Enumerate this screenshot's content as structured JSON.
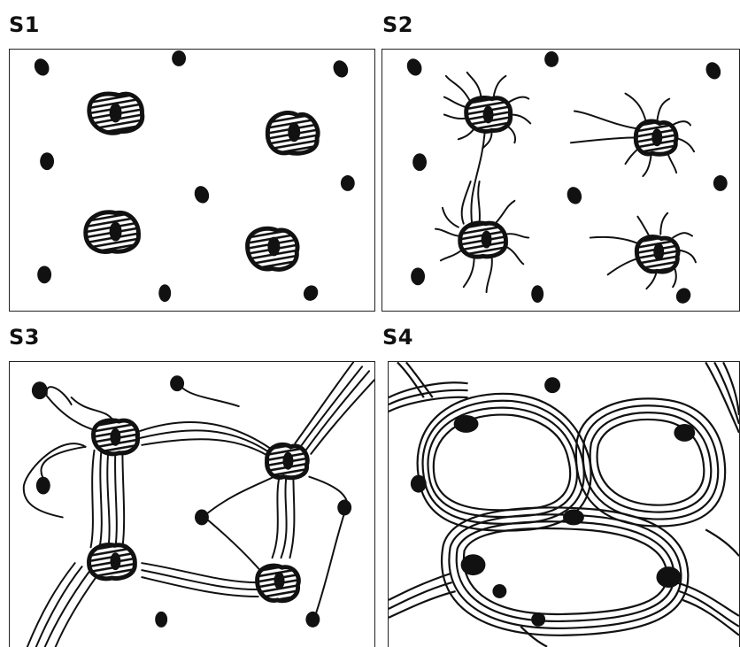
{
  "panels": [
    {
      "label": "S1"
    },
    {
      "label": "S2"
    },
    {
      "label": "S3"
    },
    {
      "label": "S4"
    }
  ],
  "colors": {
    "ink": "#111111",
    "frame": "#222222",
    "background": "#ffffff"
  }
}
